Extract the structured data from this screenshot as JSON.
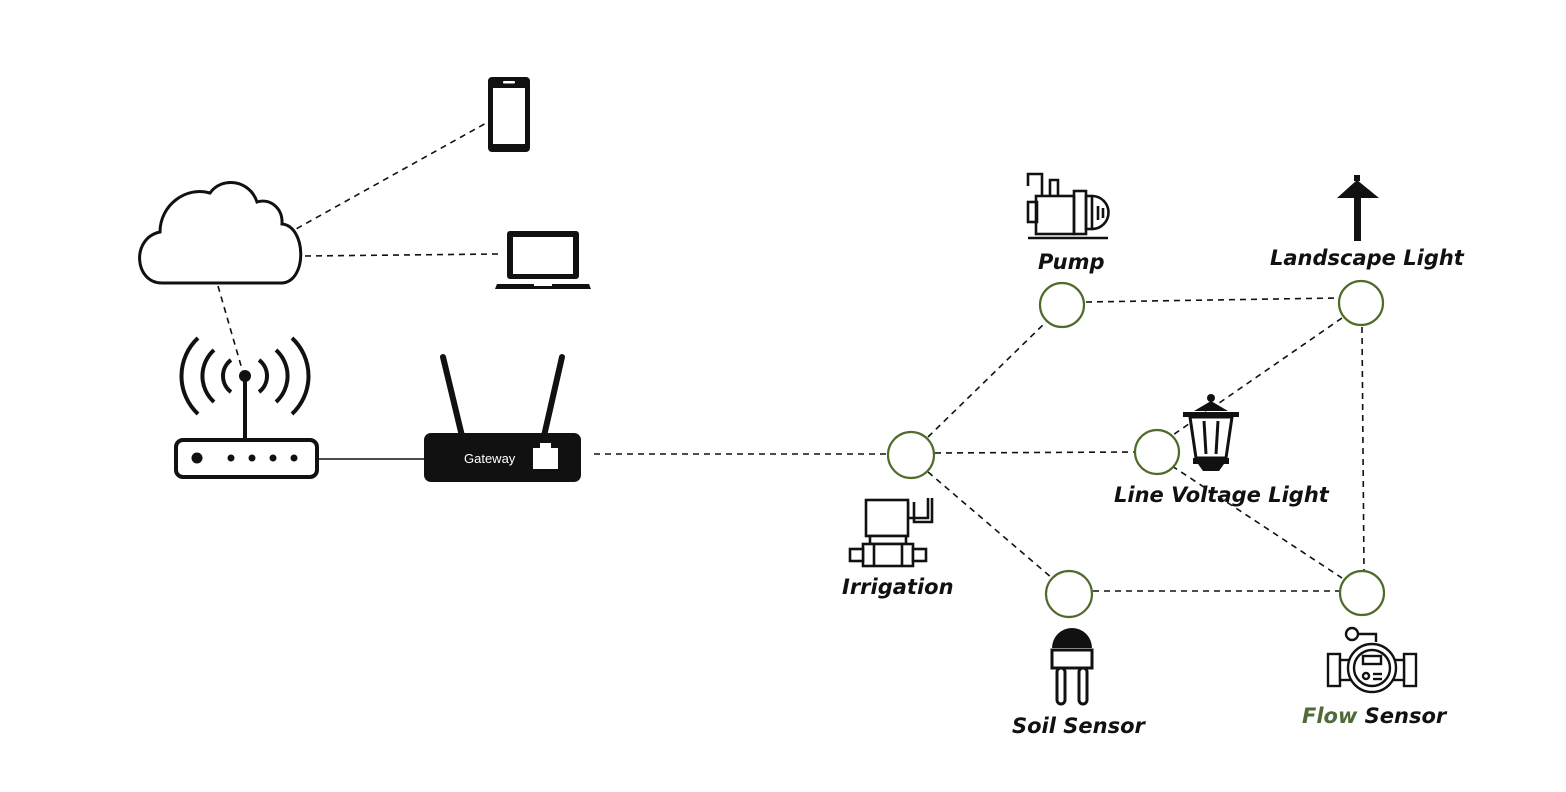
{
  "colors": {
    "node_stroke": "#4f6b2a",
    "line": "#111111",
    "flow_accent": "#4f6b3a",
    "gateway_fill": "#111111"
  },
  "gateway": {
    "label": "Gateway"
  },
  "labels": {
    "pump": "Pump",
    "landscape_light": "Landscape Light",
    "line_voltage_light": "Line Voltage Light",
    "irrigation": "Irrigation",
    "soil_sensor": "Soil Sensor",
    "flow_sensor_first": "Flow",
    "flow_sensor_second": " Sensor"
  },
  "icons": [
    "cloud-icon",
    "smartphone-icon",
    "laptop-icon",
    "wifi-router-icon",
    "gateway-device-icon",
    "pump-icon",
    "landscape-light-icon",
    "lantern-icon",
    "valve-icon",
    "soil-probe-icon",
    "flow-meter-icon"
  ]
}
